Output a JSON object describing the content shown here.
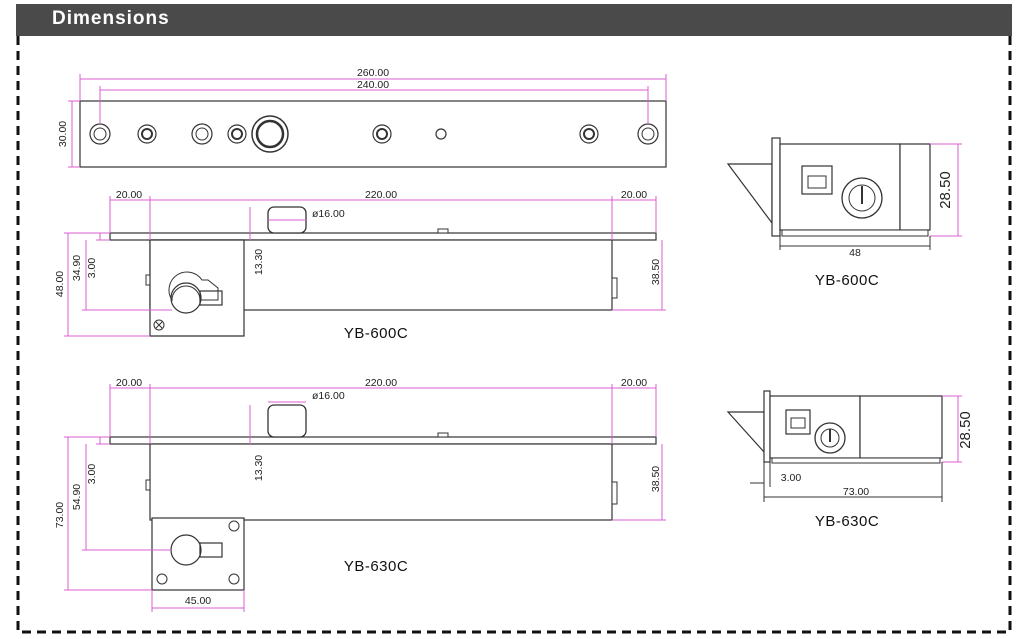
{
  "header": {
    "title": "Dimensions"
  },
  "colors": {
    "header_bg": "#4a4a4a",
    "dimension_line": "#d85fd0",
    "outline": "#333333",
    "border": "#111111"
  },
  "top_plate": {
    "overall_length": "260.00",
    "hole_span": "240.00",
    "height": "30.00"
  },
  "yb600c_side": {
    "left_offset": "20.00",
    "body_length": "220.00",
    "right_offset": "20.00",
    "pin_diameter": "ø16.00",
    "total_height": "48.00",
    "inner_height": "34.90",
    "plate_thickness": "3.00",
    "bolt_height": "13.30",
    "body_height": "38.50",
    "label": "YB-600C"
  },
  "yb630c_side": {
    "left_offset": "20.00",
    "body_length": "220.00",
    "right_offset": "20.00",
    "pin_diameter": "ø16.00",
    "total_height": "73.00",
    "inner_height": "54.90",
    "plate_thickness": "3.00",
    "bolt_height": "13.30",
    "body_height": "38.50",
    "cylinder_width": "45.00",
    "label": "YB-630C"
  },
  "yb600c_end": {
    "height": "28.50",
    "width": "48",
    "label": "YB-600C"
  },
  "yb630c_end": {
    "height": "28.50",
    "width": "73.00",
    "lip": "3.00",
    "label": "YB-630C"
  }
}
